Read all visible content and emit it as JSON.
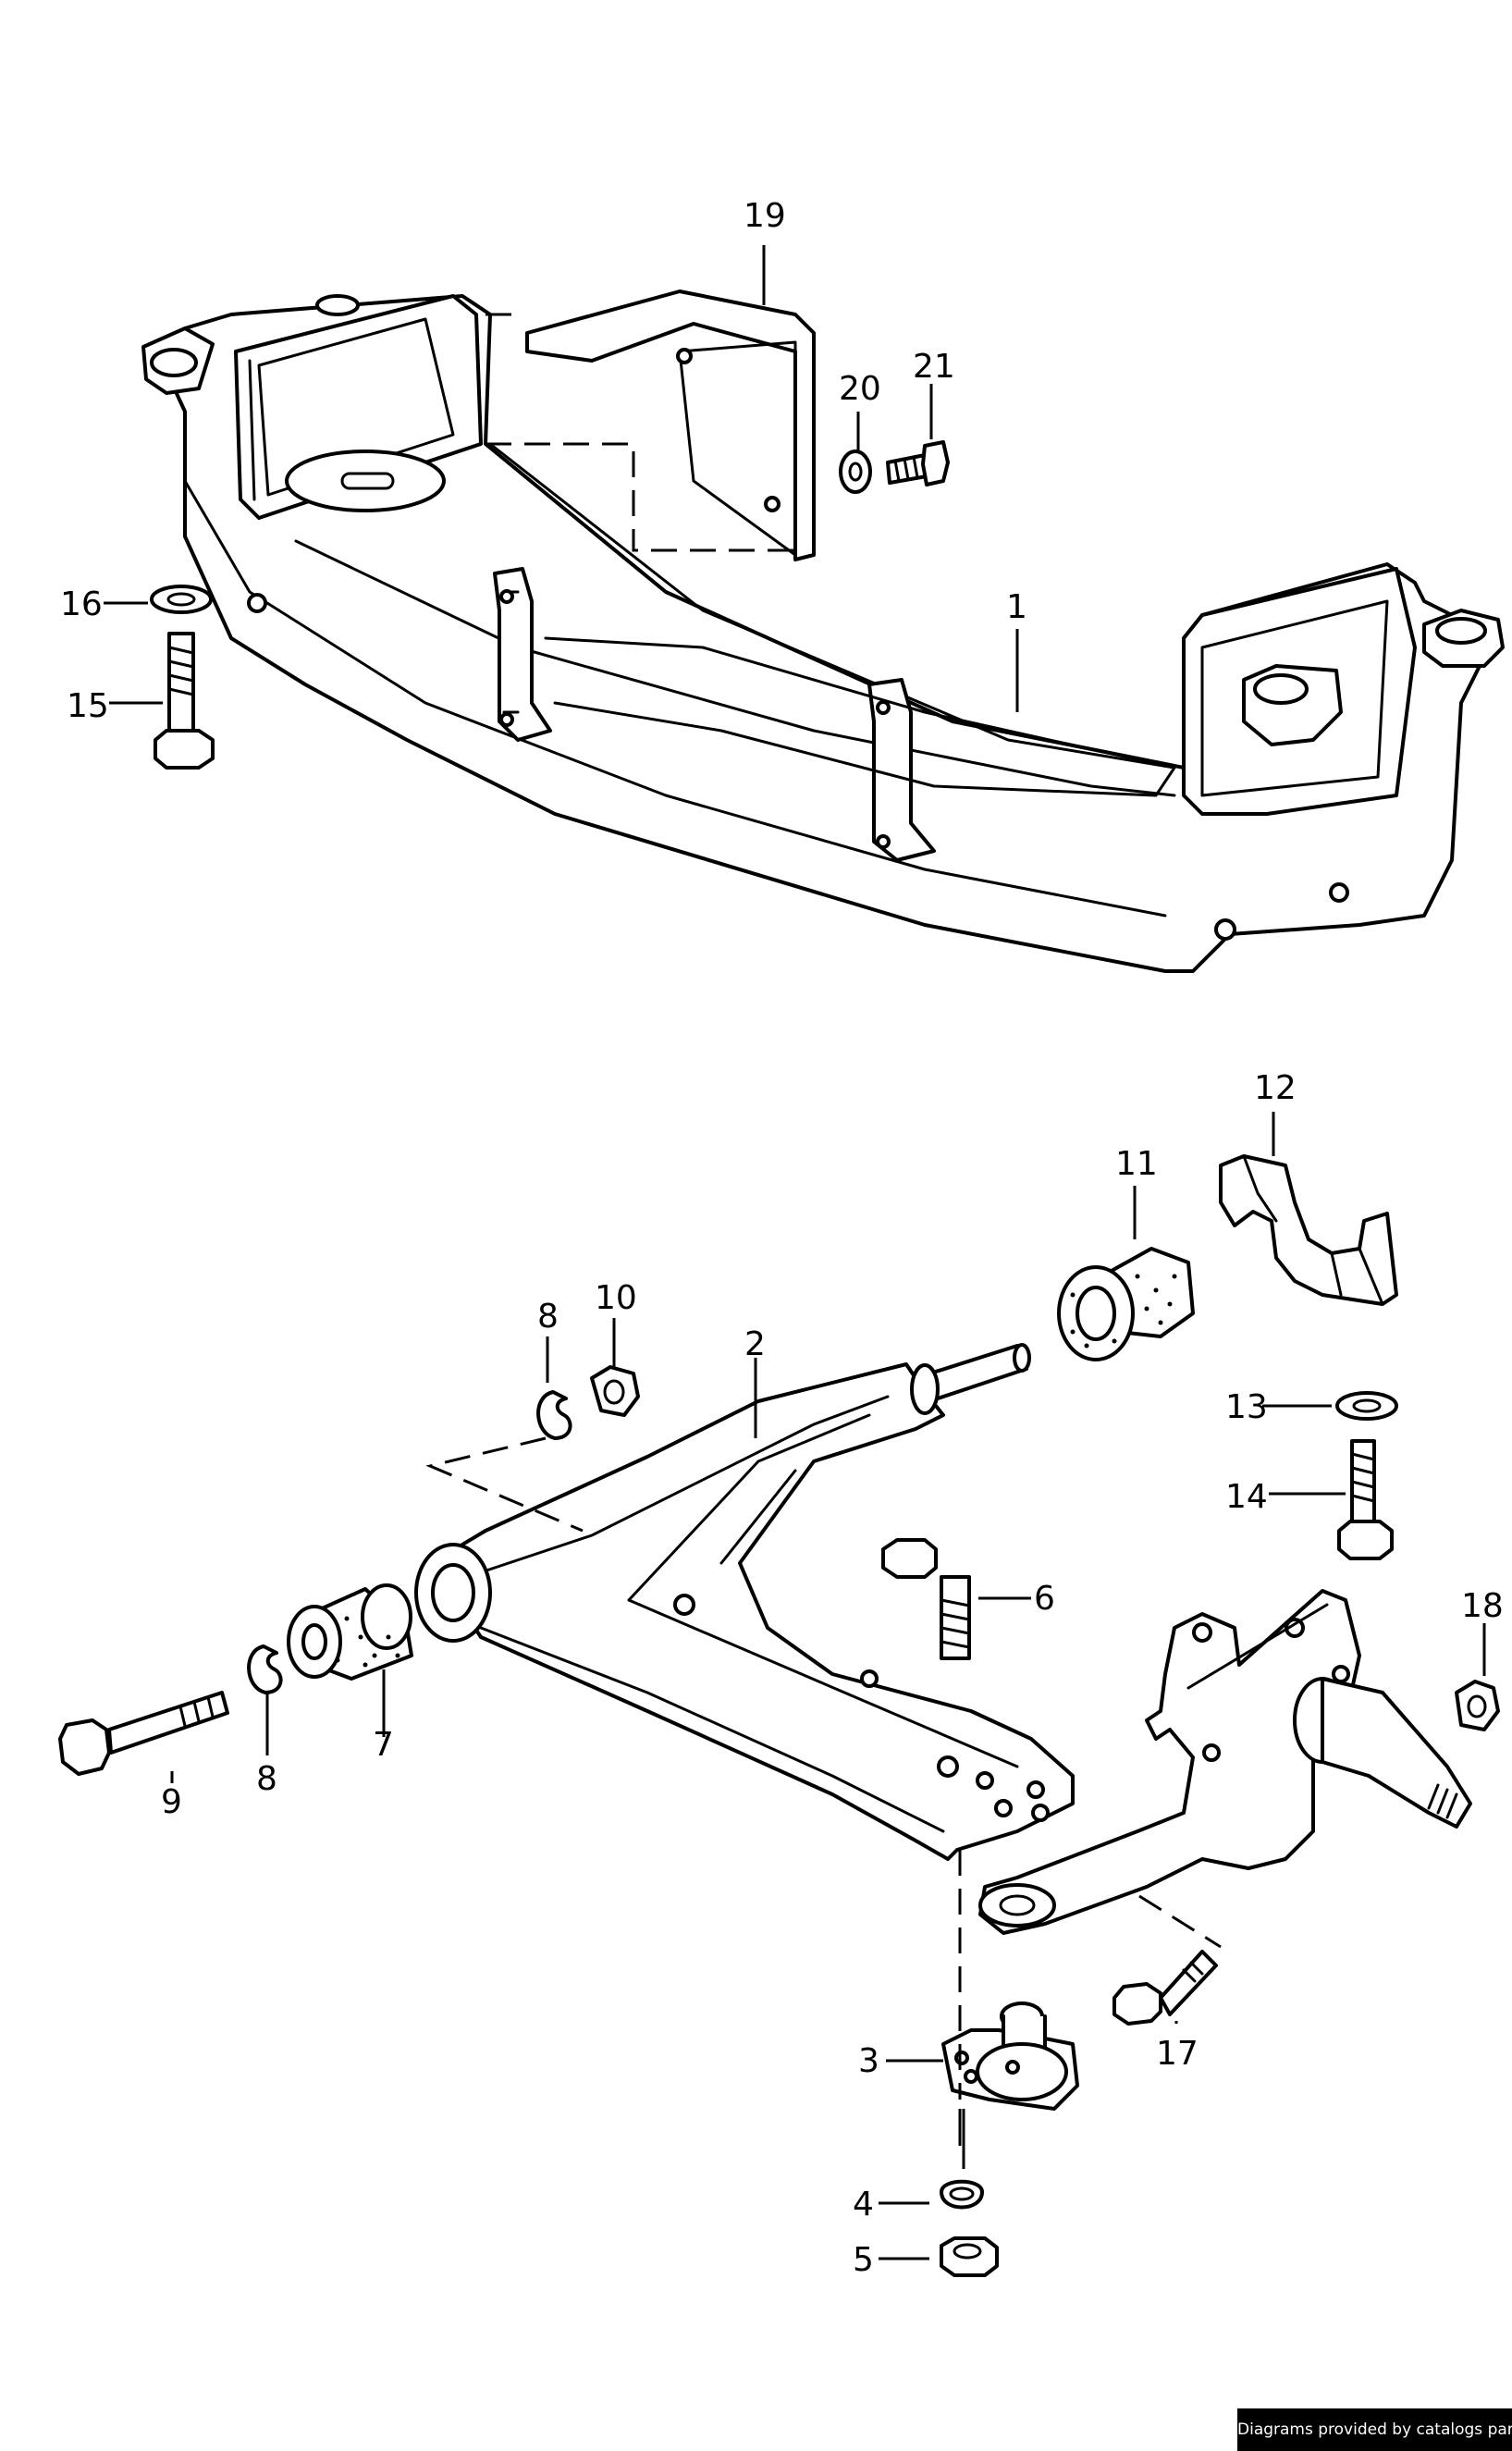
{
  "callouts": {
    "c1": "1",
    "c2": "2",
    "c3": "3",
    "c4": "4",
    "c5": "5",
    "c6": "6",
    "c7": "7",
    "c8a": "8",
    "c8b": "8",
    "c9": "9",
    "c10": "10",
    "c11": "11",
    "c12": "12",
    "c13": "13",
    "c14": "14",
    "c15": "15",
    "c16": "16",
    "c17": "17",
    "c18": "18",
    "c19": "19",
    "c20": "20",
    "c21": "21"
  },
  "footer": {
    "credit": "Diagrams provided by catalogs parts"
  }
}
